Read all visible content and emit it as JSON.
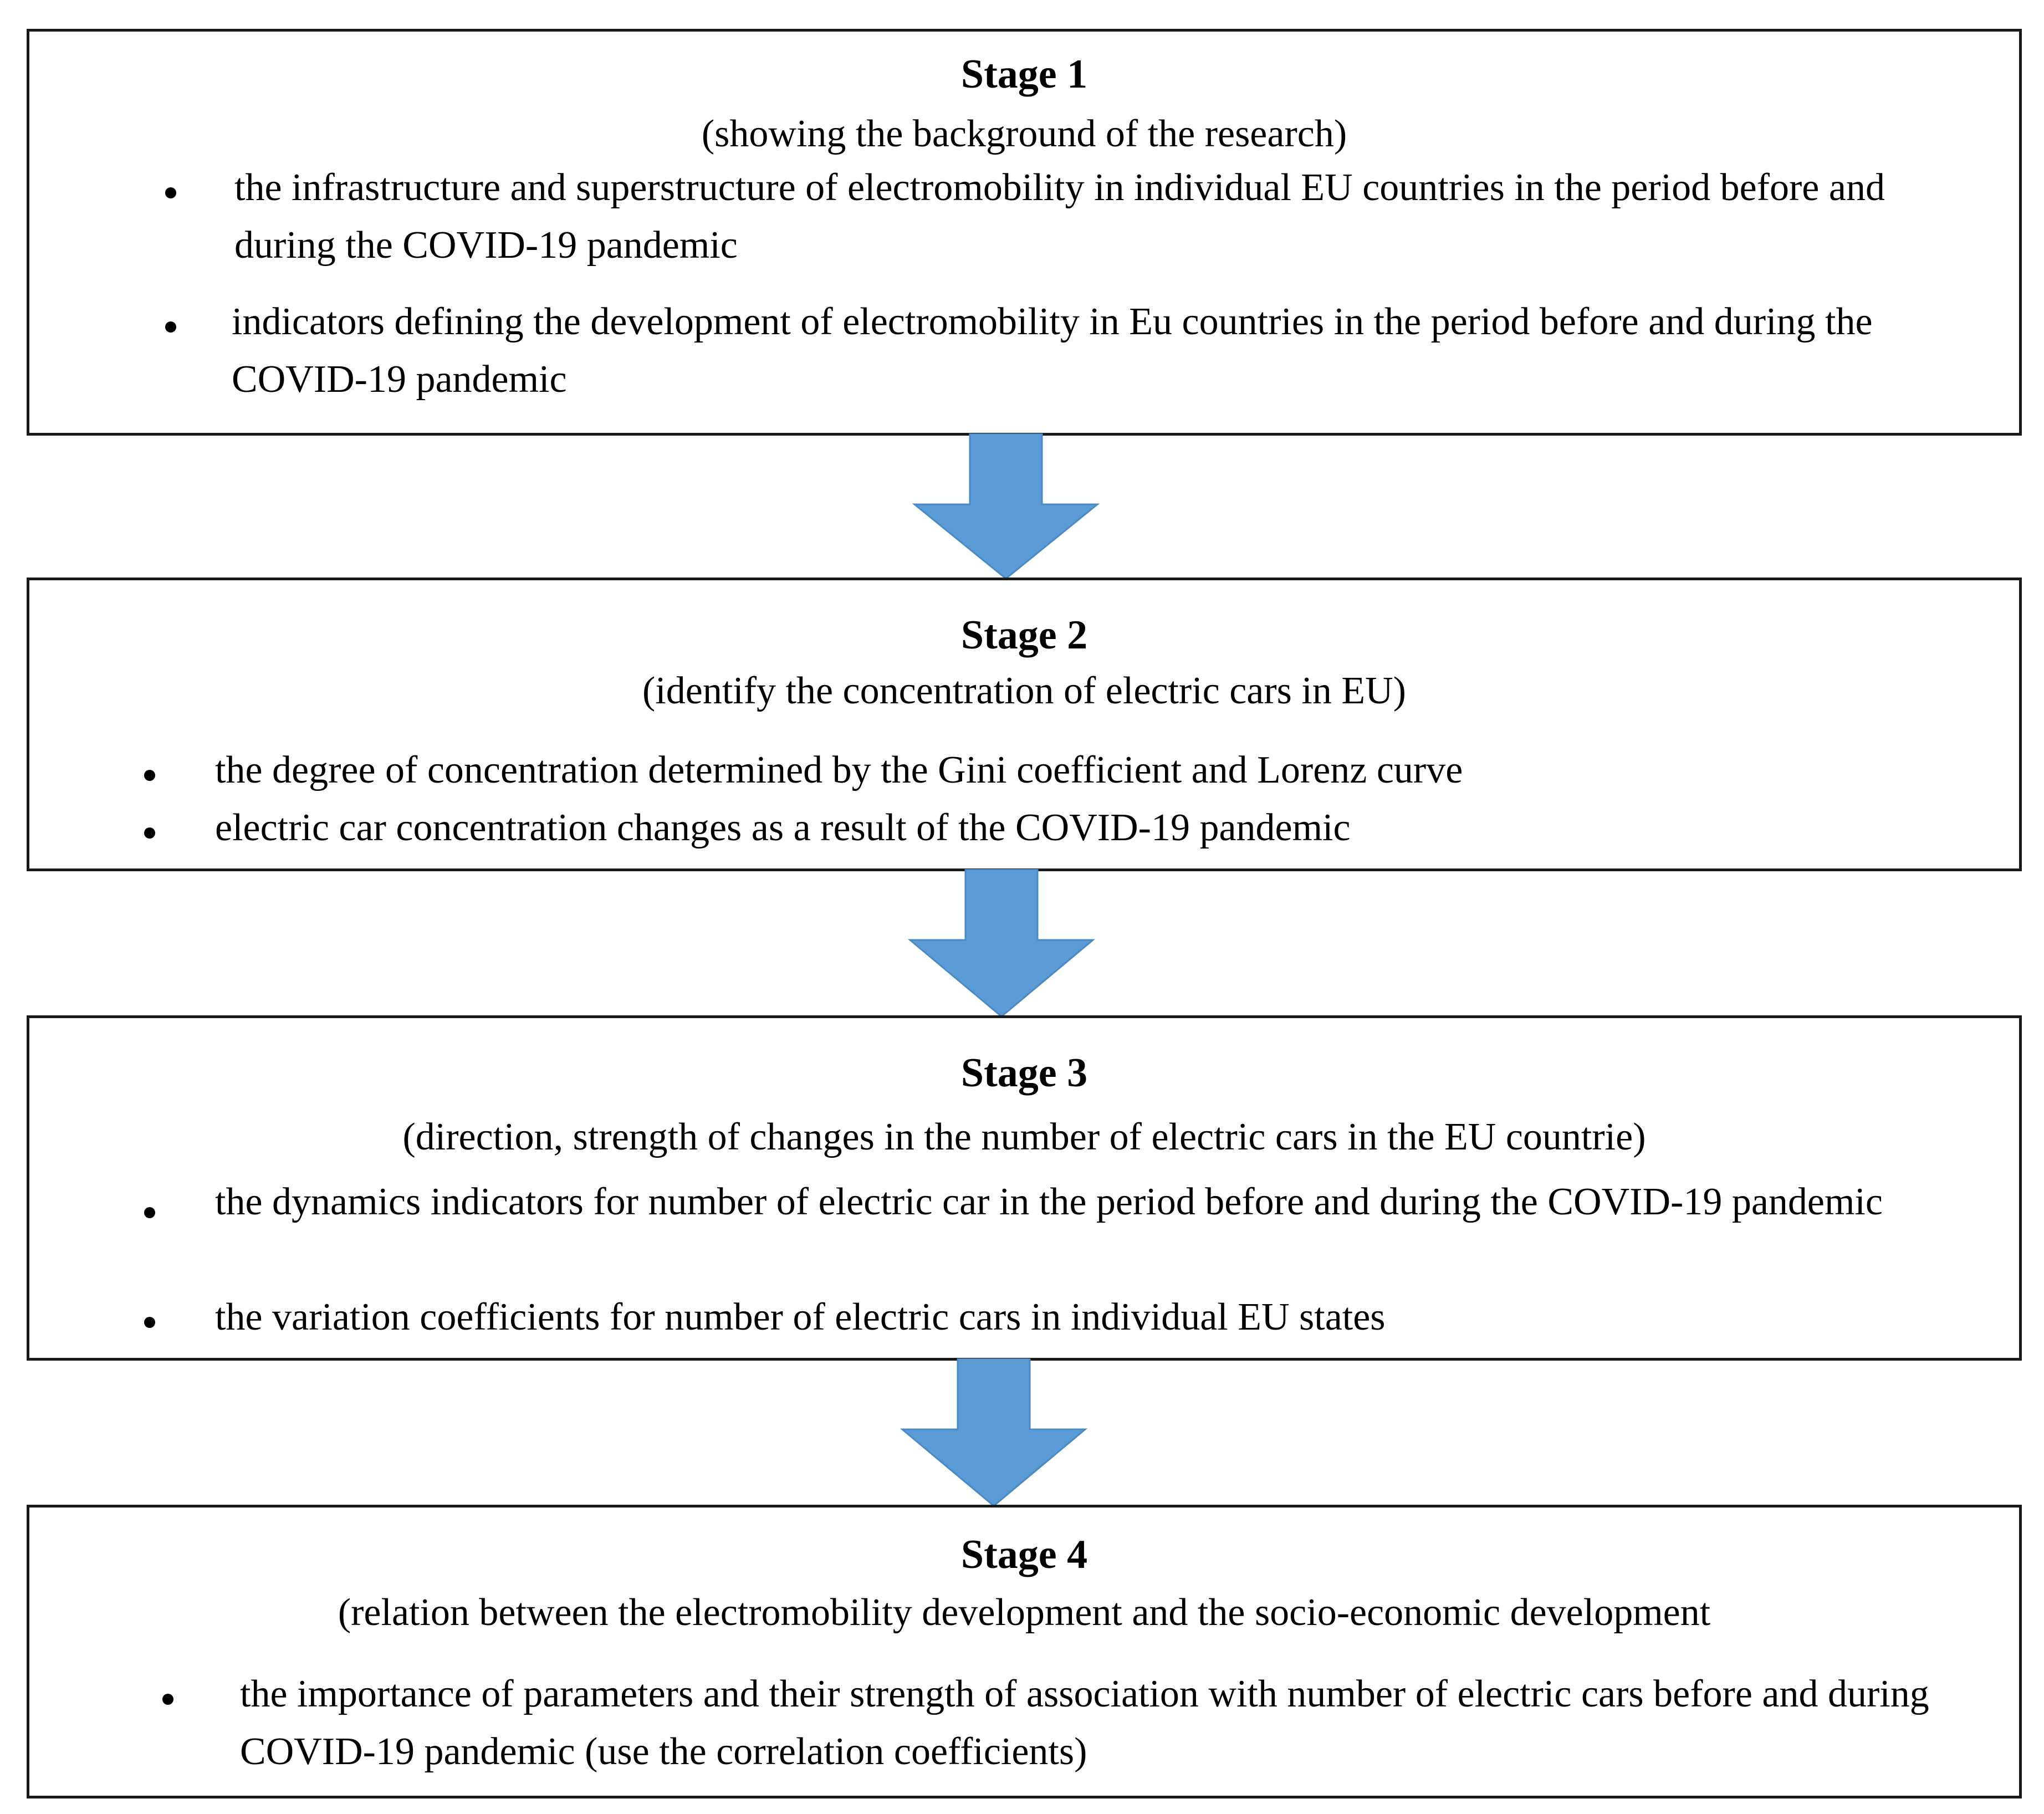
{
  "colors": {
    "arrow": "#5b9bd5",
    "border": "#1a1a1a",
    "text": "#000000"
  },
  "stages": [
    {
      "title": "Stage  1",
      "subtitle": "(showing the background of the research)",
      "bullets": [
        "the infrastructure and superstructure of electromobility in individual EU countries in the period before and during the COVID-19 pandemic",
        "indicators defining the development of electromobility in Eu countries in the period before and during the COVID-19 pandemic"
      ]
    },
    {
      "title": "Stage  2",
      "subtitle": "(identify the concentration of electric cars in EU)",
      "bullets": [
        "the degree of concentration determined by the Gini coefficient and Lorenz curve",
        "electric car concentration changes as a result of the COVID-19 pandemic"
      ]
    },
    {
      "title": "Stage  3",
      "subtitle": "(direction, strength of changes in the number of electric cars in the EU countrie)",
      "bullets": [
        "the dynamics indicators for number of electric car in the period before and during the COVID-19 pandemic",
        "the variation coefficients for number of electric cars in individual EU states"
      ]
    },
    {
      "title": "Stage 4",
      "subtitle": "(relation between the electromobility  development and the socio-economic  development",
      "bullets": [
        "the importance of parameters and their strength of association with number of electric cars before and during COVID-19 pandemic (use the correlation coefficients)"
      ]
    }
  ]
}
